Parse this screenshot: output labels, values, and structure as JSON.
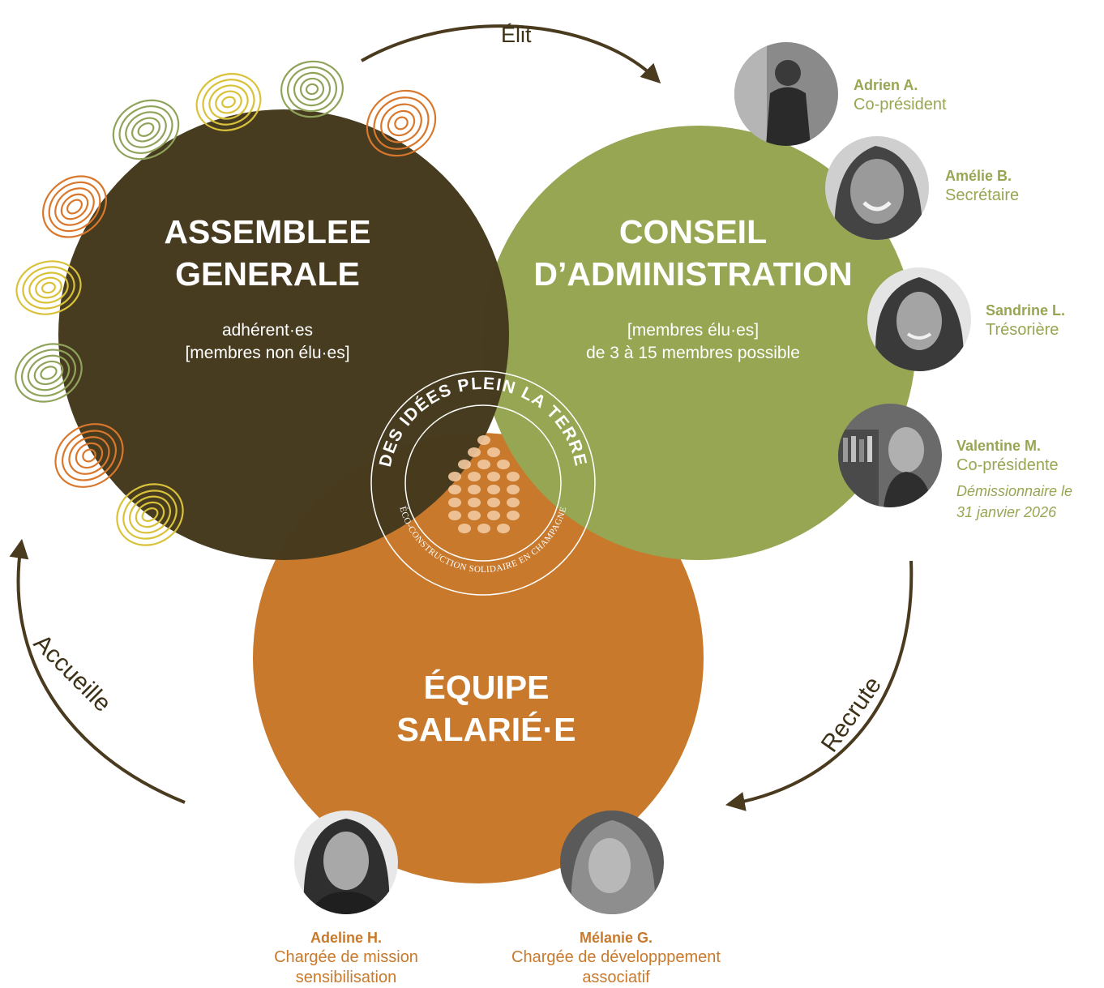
{
  "colors": {
    "assemblee": "#453a1d",
    "conseil": "#97a653",
    "equipe": "#c8792c",
    "arrow": "#4a3b1f",
    "fingerprint_green": "#8fa45a",
    "fingerprint_yellow": "#d9c23a",
    "fingerprint_orange": "#d9782c"
  },
  "circles": {
    "assemblee": {
      "title_line1": "ASSEMBLEE",
      "title_line2": "GENERALE",
      "sub_line1": "adhérent·es",
      "sub_line2": "[membres non élu·es]"
    },
    "conseil": {
      "title_line1": "CONSEIL",
      "title_line2": "D’ADMINISTRATION",
      "sub_line1": "[membres élu·es]",
      "sub_line2": "de 3 à 15 membres possible"
    },
    "equipe": {
      "title_line1": "ÉQUIPE",
      "title_line2": "SALARIÉ·E"
    }
  },
  "logo": {
    "top_text": "DES IDÉES PLEIN LA TERRE",
    "bottom_text": "ÉCO-CONSTRUCTION SOLIDAIRE EN CHAMPAGNE"
  },
  "flows": {
    "elit": "Élit",
    "recrute": "Recrute",
    "accueille": "Accueille"
  },
  "board_members": [
    {
      "name": "Adrien A.",
      "role": "Co-président"
    },
    {
      "name": "Amélie B.",
      "role": "Secrétaire"
    },
    {
      "name": "Sandrine L.",
      "role": "Trésorière"
    },
    {
      "name": "Valentine M.",
      "role": "Co-présidente",
      "note_line1": "Démissionnaire le",
      "note_line2": "31 janvier 2026"
    }
  ],
  "staff": [
    {
      "name": "Adeline H.",
      "role_line1": "Chargée de mission",
      "role_line2": "sensibilisation"
    },
    {
      "name": "Mélanie G.",
      "role_line1": "Chargée de développpement",
      "role_line2": "associatif"
    }
  ]
}
